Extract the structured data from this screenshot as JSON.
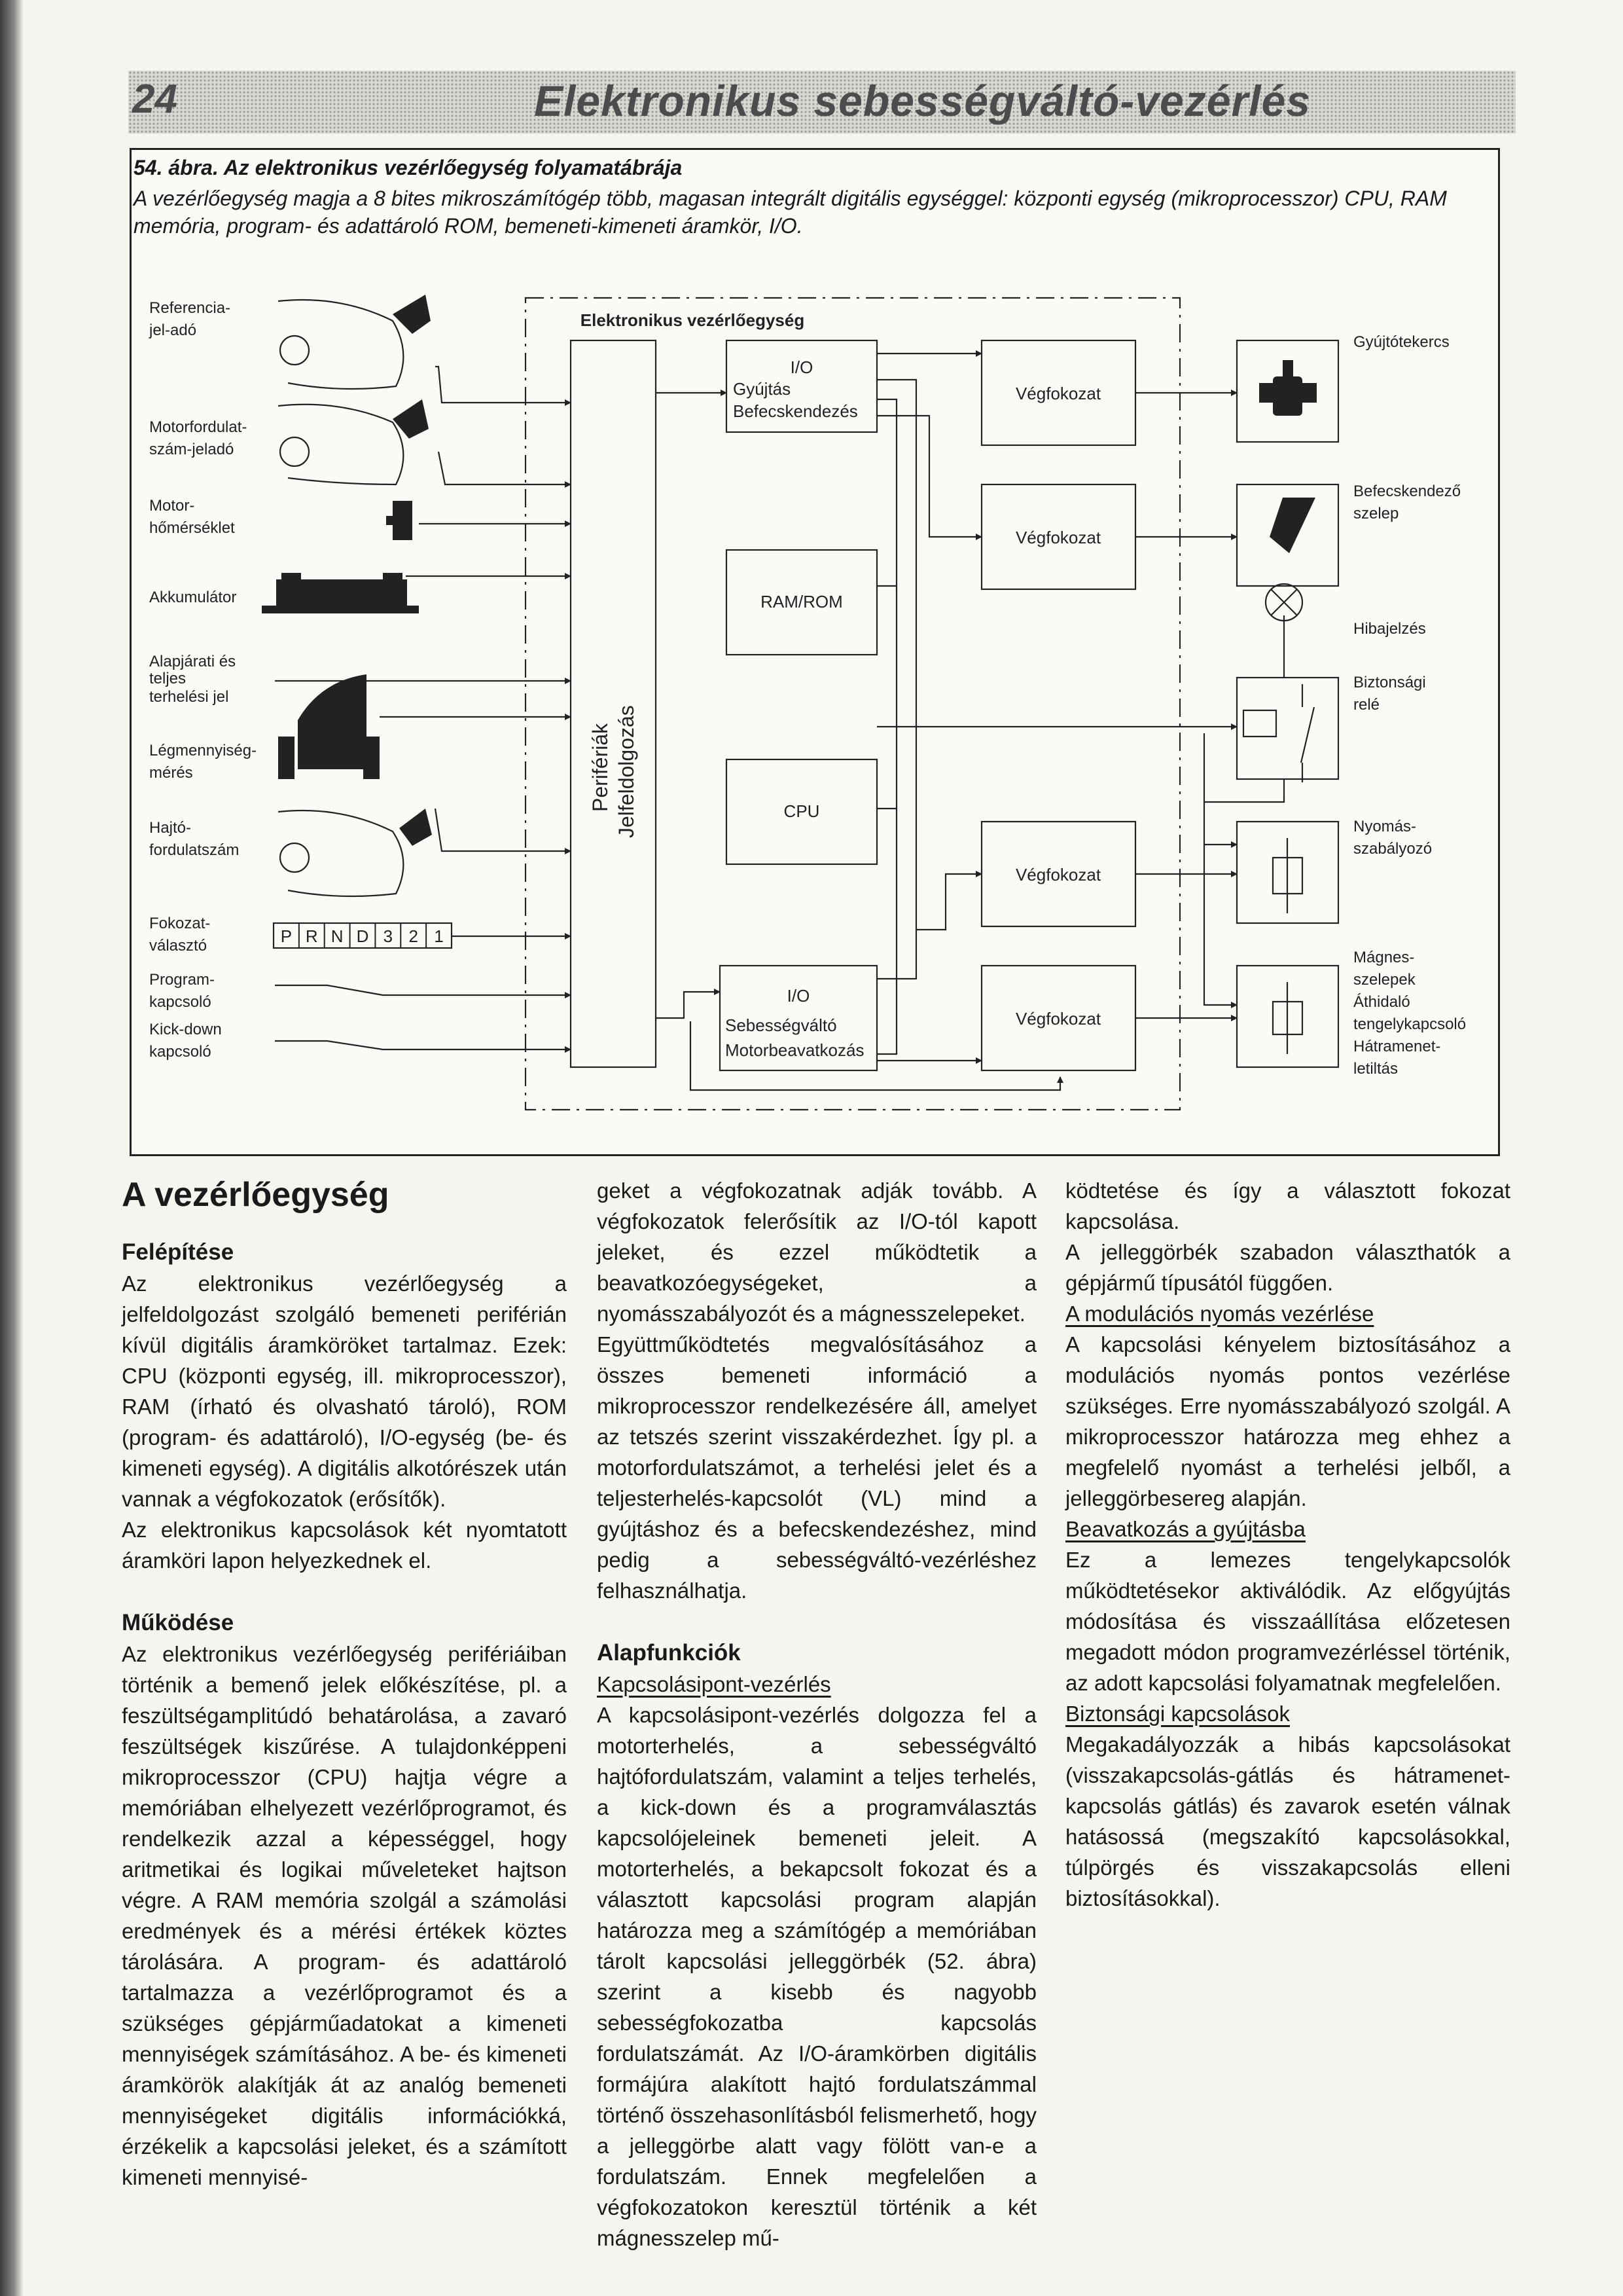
{
  "header": {
    "page_number": "24",
    "title": "Elektronikus sebességváltó-vezérlés"
  },
  "figure": {
    "title": "54. ábra. Az elektronikus vezérlőegység folyamatábrája",
    "caption": "A vezérlőegység magja a 8 bites mikroszámítógép több, magasan integrált digitális egységgel: központi egység (mikroprocesszor) CPU, RAM memória, program- és adattároló ROM, bemeneti-kimeneti áramkör, I/O."
  },
  "diagram": {
    "inputs": {
      "ref1": "Referencia-",
      "ref2": "jel-adó",
      "mot1": "Motorfordulat-",
      "mot2": "szám-jeladó",
      "temp1": "Motor-",
      "temp2": "hőmérséklet",
      "batt": "Akkumulátor",
      "idle1": "Alapjárati és",
      "idle2": "teljes",
      "idle3": "terhelési jel",
      "air1": "Légmennyiség-",
      "air2": "mérés",
      "gear1": "Hajtó-",
      "gear2": "fordulatszám",
      "sel1": "Fokozat-",
      "sel2": "választó",
      "prog1": "Program-",
      "prog2": "kapcsoló",
      "kick1": "Kick-down",
      "kick2": "kapcsoló"
    },
    "selector_positions": [
      "P",
      "R",
      "N",
      "D",
      "3",
      "2",
      "1"
    ],
    "peripheral1": "Perifériák",
    "peripheral2": "Jelfeldolgozás",
    "ecu_title": "Elektronikus vezérlőegység",
    "io_top1": "I/O",
    "io_top2": "Gyújtás",
    "io_top3": "Befecskendezés",
    "ramrom": "RAM/ROM",
    "cpu": "CPU",
    "io_bot1": "I/O",
    "io_bot2": "Sebességváltó",
    "io_bot3": "Motorbeavatkozás",
    "stage": "Végfokozat",
    "outputs": {
      "ign": "Gyújtótekercs",
      "inj1": "Befecskendező",
      "inj2": "szelep",
      "fault": "Hibajelzés",
      "relay1": "Biztonsági",
      "relay2": "relé",
      "press1": "Nyomás-",
      "press2": "szabályozó",
      "mag1": "Mágnes-",
      "mag2": "szelepek",
      "mag3": "Áthidaló",
      "mag4": "tengelykapcsoló",
      "mag5": "Hátramenet-",
      "mag6": "letiltás"
    }
  },
  "text": {
    "col1": {
      "heading": "A vezérlőegység",
      "h_felepites": "Felépítése",
      "p1": "Az elektronikus vezérlőegység a jelfeldolgozást szolgáló bemeneti periférián kívül digitális áramköröket tartalmaz. Ezek: CPU (központi egység, ill. mikroprocesszor), RAM (írható és olvasható tároló), ROM (program- és adattároló), I/O-egység (be- és kimeneti egység). A digitális alkotórészek után vannak a végfokozatok (erősítők).",
      "p2": "Az elektronikus kapcsolások két nyomtatott áramköri lapon helyezkednek el.",
      "h_mukodese": "Működése",
      "p3": "Az elektronikus vezérlőegység perifériáiban történik a bemenő jelek előkészítése, pl. a feszültségamplitúdó behatárolása, a zavaró feszültségek kiszűrése. A tulajdonképpeni mikroprocesszor (CPU) hajtja végre a memóriában elhelyezett vezérlőprogramot, és rendelkezik azzal a képességgel, hogy aritmetikai és logikai műveleteket hajtson végre. A RAM memória szolgál a számolási eredmények és a mérési értékek köztes tárolására. A program- és adattároló tartalmazza a vezérlőprogramot és a szükséges gépjárműadatokat a kimeneti mennyiségek számításához. A be- és kimeneti áramkörök alakítják át az analóg bemeneti mennyiségeket digitális információkká, érzékelik a kapcsolási jeleket, és a számított kimeneti mennyisé-"
    },
    "col2": {
      "p1": "geket a végfokozatnak adják tovább. A végfokozatok felerősítik az I/O-tól kapott jeleket, és ezzel működtetik a beavatkozóegységeket, a nyomásszabályozót és a mágnesszelepeket.",
      "p2": "Együttműködtetés megvalósításához a összes bemeneti információ a mikroprocesszor rendelkezésére áll, amelyet az tetszés szerint visszakérdezhet. Így pl. a motorfordulatszámot, a terhelési jelet és a teljesterhelés-kapcsolót (VL) mind a gyújtáshoz és a befecskendezéshez, mind pedig a sebességváltó-vezérléshez felhasználhatja.",
      "h_alap": "Alapfunkciók",
      "sub1": "Kapcsolásipont-vezérlés",
      "p3": "A kapcsolásipont-vezérlés dolgozza fel a motorterhelés, a sebességváltó hajtófordulatszám, valamint a teljes terhelés, a kick-down és a programválasztás kapcsolójeleinek bemeneti jeleit. A motorterhelés, a bekapcsolt fokozat és a választott kapcsolási program alapján határozza meg a számítógép a memóriában tárolt kapcsolási jelleggörbék (52. ábra) szerint a kisebb és nagyobb sebességfokozatba kapcsolás fordulatszámát. Az I/O-áramkörben digitális formájúra alakított hajtó fordulatszámmal történő összehasonlításból felismerhető, hogy a jelleggörbe alatt vagy fölött van-e a fordulatszám. Ennek megfelelően a végfokozatokon keresztül történik a két mágnesszelep mű-"
    },
    "col3": {
      "p1": "ködtetése és így a választott fokozat kapcsolása.",
      "p2": "A jelleggörbék szabadon választhatók a gépjármű típusától függően.",
      "sub1": "A modulációs nyomás vezérlése",
      "p3": "A kapcsolási kényelem biztosításához a modulációs nyomás pontos vezérlése szükséges. Erre nyomásszabályozó szolgál. A mikroprocesszor határozza meg ehhez a megfelelő nyomást a terhelési jelből, a jelleggörbesereg alapján.",
      "sub2": "Beavatkozás a gyújtásba",
      "p4": "Ez a lemezes tengelykapcsolók működtetésekor aktiválódik. Az előgyújtás módosítása és visszaállítása előzetesen megadott módon programvezérléssel történik, az adott kapcsolási folyamatnak megfelelően.",
      "sub3": "Biztonsági kapcsolások",
      "p5": "Megakadályozzák a hibás kapcsolásokat (visszakapcsolás-gátlás és hátramenet-kapcsolás gátlás) és zavarok esetén válnak hatásossá (megszakító kapcsolásokkal, túlpörgés és visszakapcsolás elleni biztosításokkal)."
    }
  }
}
